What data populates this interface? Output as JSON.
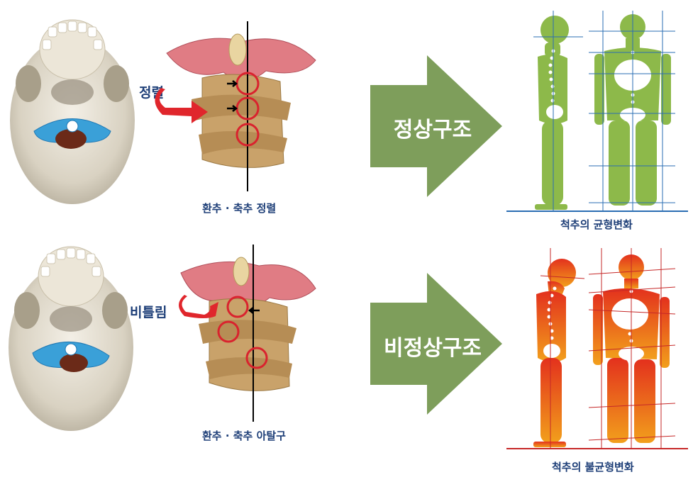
{
  "rows": [
    {
      "key": "normal",
      "side_label": "정렬",
      "vertebra_caption": "환추 · 축추 정렬",
      "arrow_label": "정상구조",
      "body_caption": "척추의 균형변화",
      "body_color": "#8db94a"
    },
    {
      "key": "abnormal",
      "side_label": "비틀림",
      "vertebra_caption": "환추 · 축추 아탈구",
      "arrow_label": "비정상구조",
      "body_caption": "척추의 불균형변화",
      "body_color": "#e85c1a"
    }
  ],
  "colors": {
    "arrow_fill": "#7e9e5b",
    "caption_text": "#1e3f78",
    "marker_ring": "#d9232e",
    "twist_arrow": "#e0262c",
    "atlas_ring": "#3aa0d8",
    "baseline_top": "#2a6db3",
    "baseline_bottom": "#c62828"
  }
}
